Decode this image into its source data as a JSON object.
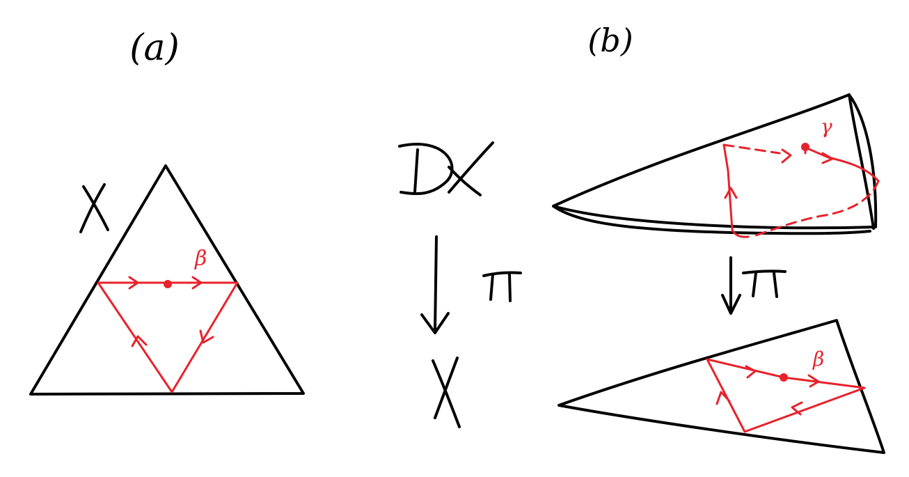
{
  "panels": {
    "a": {
      "label": "(a)",
      "space_label": "X",
      "loop_label": "β"
    },
    "b": {
      "label": "(b)",
      "loop_label_top": "γ",
      "map_label": "π",
      "loop_label_bottom": "β"
    }
  },
  "middle": {
    "cover_label": "DX",
    "map_label": "π",
    "base_label": "X"
  },
  "colors": {
    "ink": "#000000",
    "loop": "#e8222b"
  }
}
